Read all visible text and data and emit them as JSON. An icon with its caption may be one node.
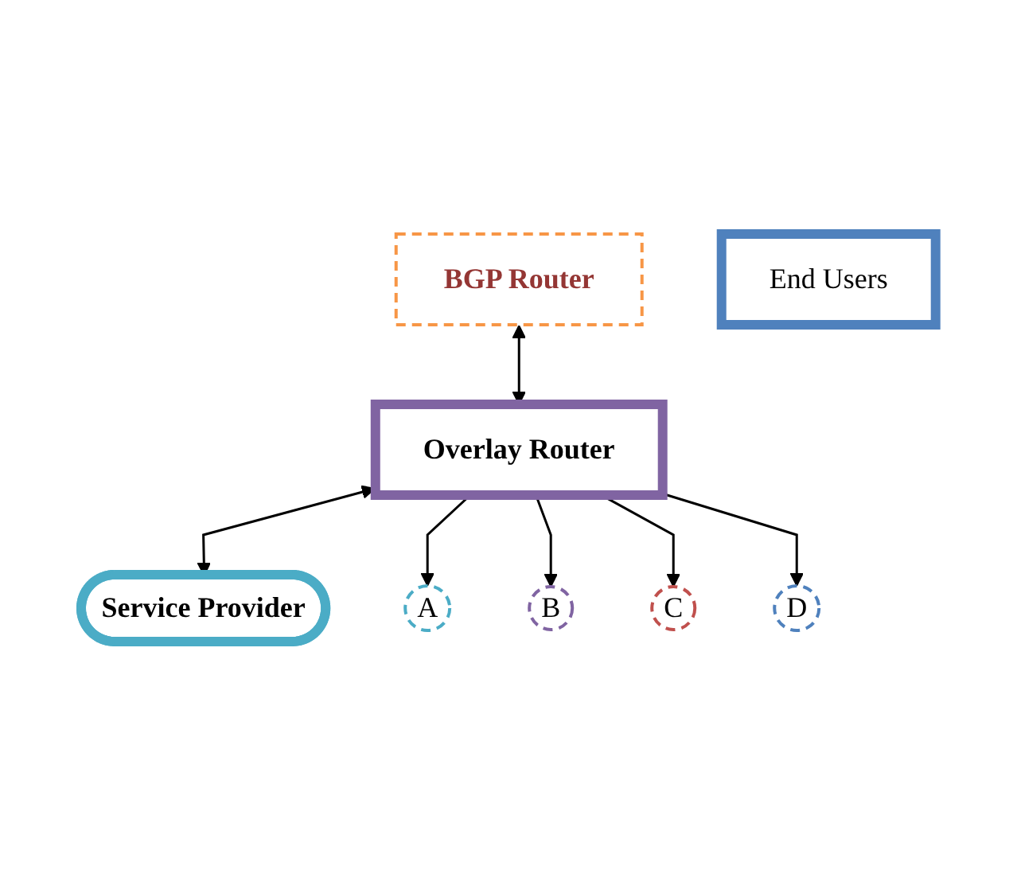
{
  "diagram": {
    "nodes": [
      {
        "text": [
          "Service Provider"
        ]
      },
      {
        "text": [
          "BGP Router"
        ]
      },
      {
        "text": [
          "Overlay Router"
        ]
      },
      {
        "text": [
          "A"
        ]
      },
      {
        "text": [
          "B"
        ]
      },
      {
        "text": [
          "C"
        ]
      },
      {
        "text": [
          "D"
        ]
      },
      {
        "text": [
          "End Users"
        ]
      }
    ],
    "edges": [
      {
        "from": 2,
        "to": 0,
        "arrow": "both"
      },
      {
        "from": 1,
        "to": 2,
        "arrow": "both"
      },
      {
        "from": 2,
        "to": 3,
        "arrow": "to"
      },
      {
        "from": 2,
        "to": 4,
        "arrow": "to"
      },
      {
        "from": 2,
        "to": 5,
        "arrow": "to"
      },
      {
        "from": 2,
        "to": 6,
        "arrow": "to"
      }
    ]
  }
}
